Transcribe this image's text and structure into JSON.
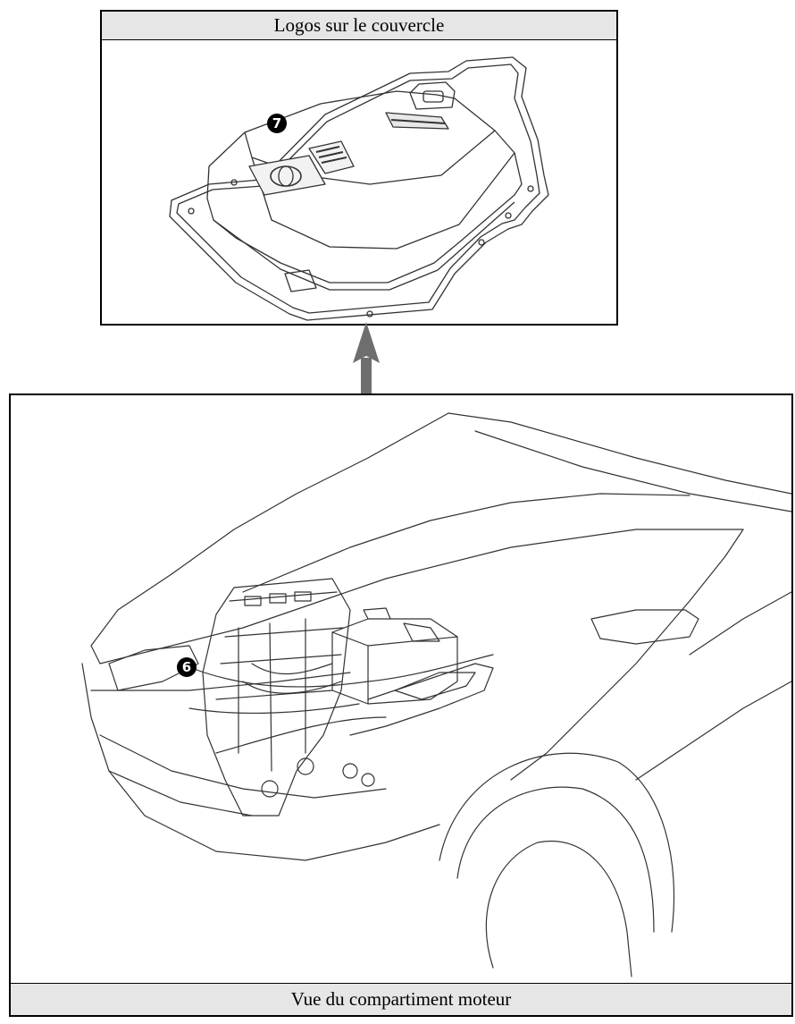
{
  "cover_view": {
    "title": "Logos sur le couvercle",
    "callout": "7"
  },
  "engine_view": {
    "title": "Vue du compartiment moteur",
    "callout": "6"
  },
  "colors": {
    "arrow": "#6e6e6e",
    "header_bg": "#e6e6e6",
    "line_art": "#333333"
  }
}
